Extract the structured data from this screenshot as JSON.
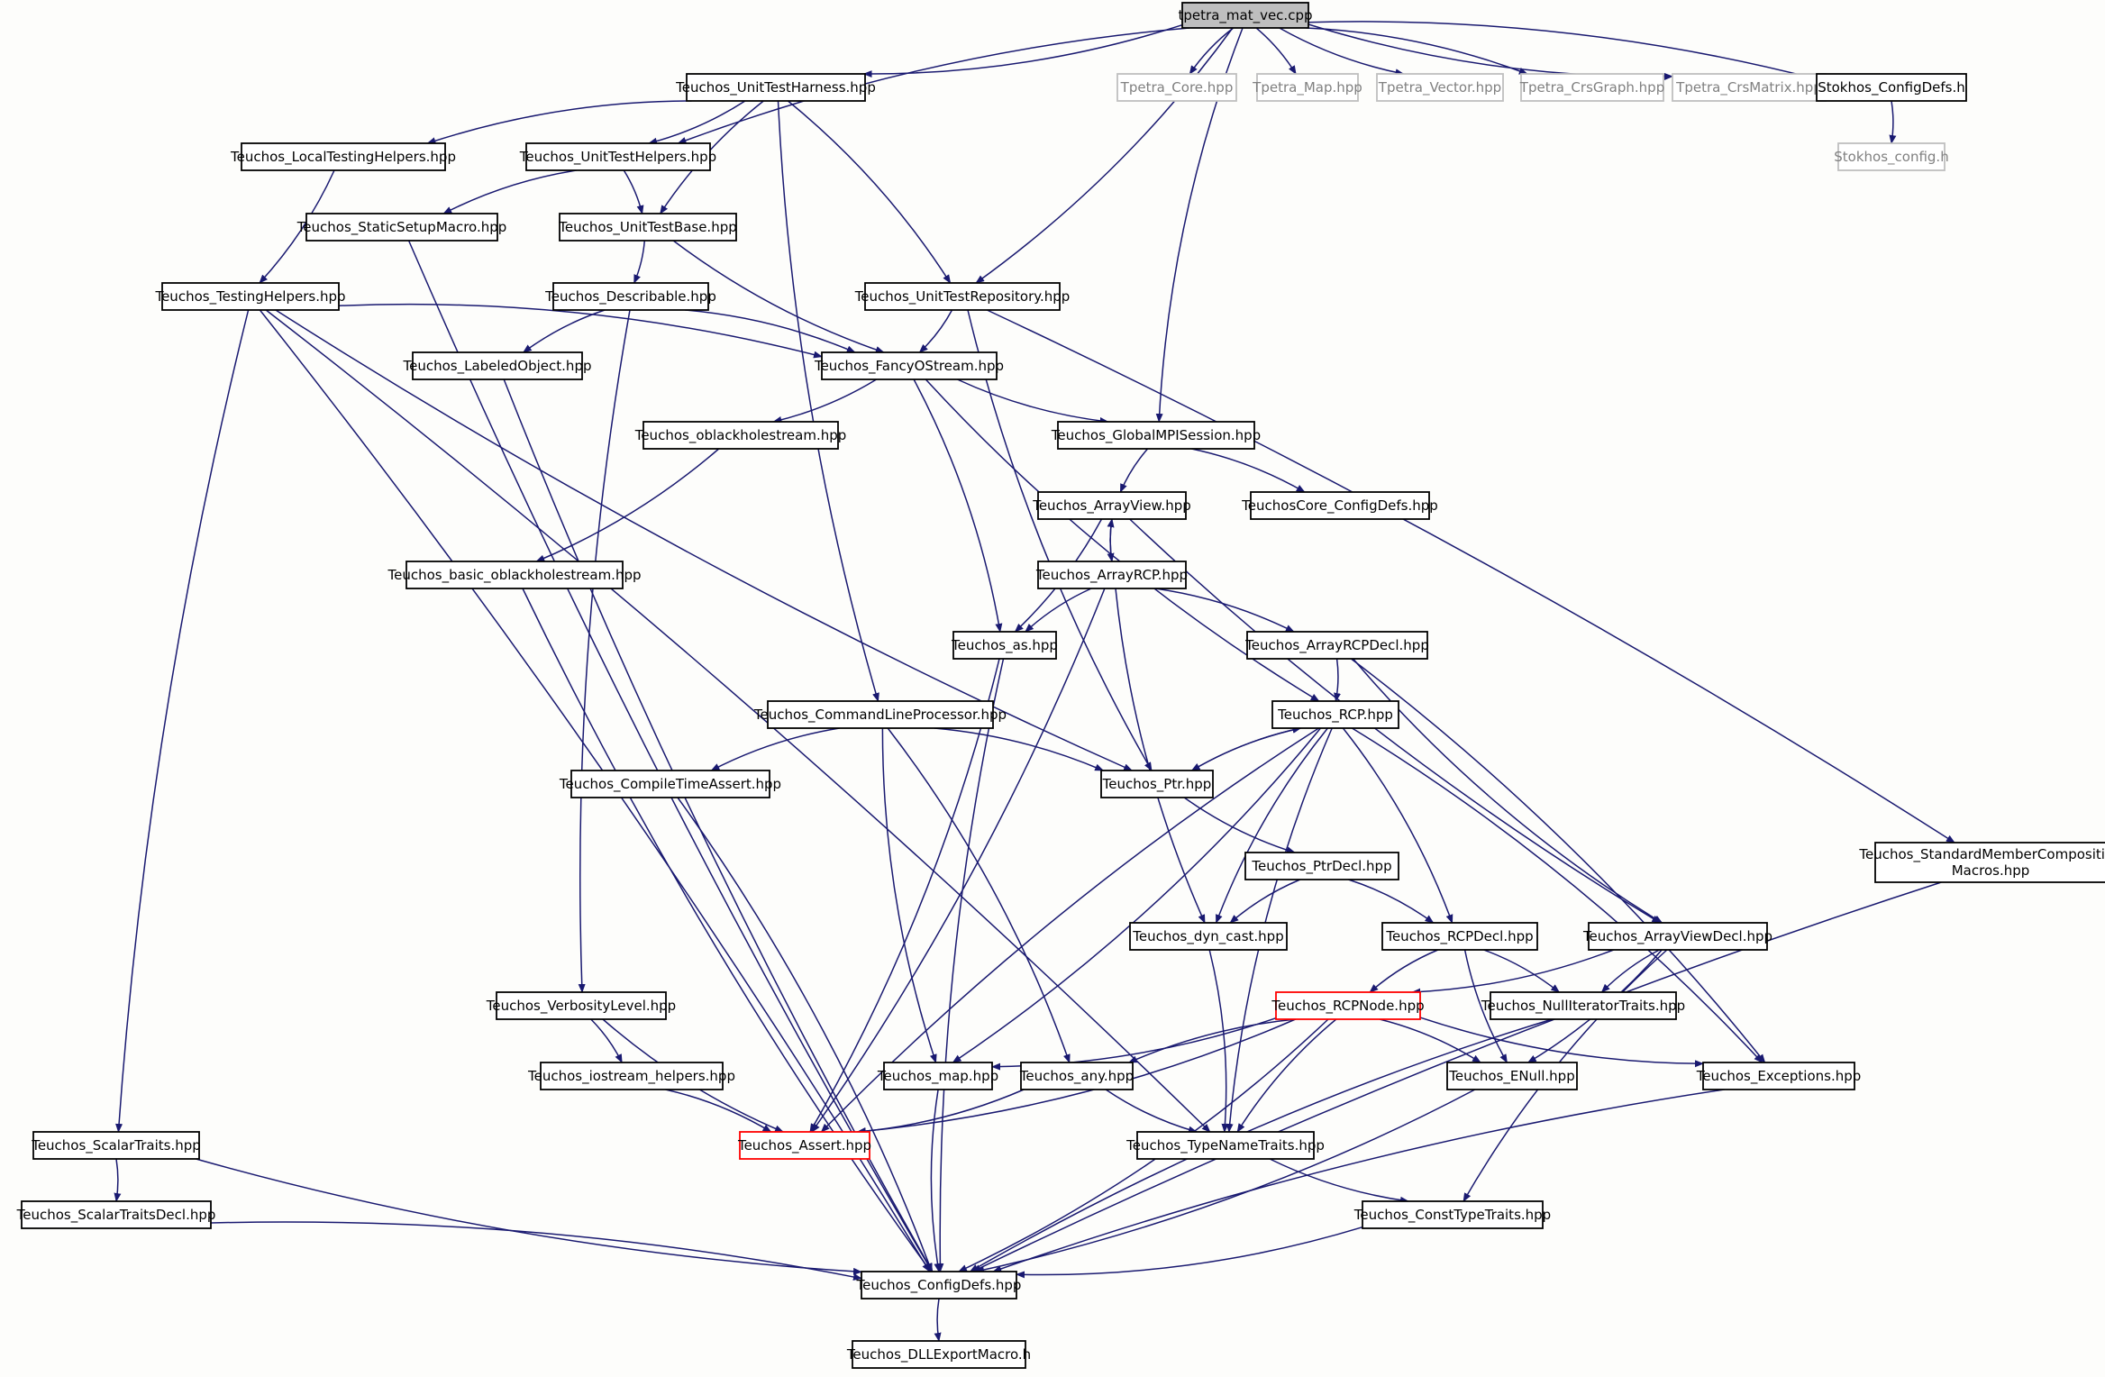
{
  "diagram": {
    "title": "",
    "colors": {
      "edge": "#191970",
      "box_default": "#000000",
      "box_missing": "#bfbfbf",
      "box_truncated": "#ff0000",
      "root_fill": "#bfbfbf",
      "text_default": "#000000",
      "text_missing": "#808080"
    },
    "nodes": [
      {
        "id": "root",
        "label": "tpetra_mat_vec.cpp",
        "style": "root"
      },
      {
        "id": "harness",
        "label": "Teuchos_UnitTestHarness.hpp"
      },
      {
        "id": "tcore",
        "label": "Tpetra_Core.hpp",
        "style": "missing"
      },
      {
        "id": "tmap",
        "label": "Tpetra_Map.hpp",
        "style": "missing"
      },
      {
        "id": "tvec",
        "label": "Tpetra_Vector.hpp",
        "style": "missing"
      },
      {
        "id": "tgraph",
        "label": "Tpetra_CrsGraph.hpp",
        "style": "missing"
      },
      {
        "id": "tmatrix",
        "label": "Tpetra_CrsMatrix.hpp",
        "style": "missing"
      },
      {
        "id": "stokdefs",
        "label": "Stokhos_ConfigDefs.h"
      },
      {
        "id": "stokcfg",
        "label": "Stokhos_config.h",
        "style": "missing"
      },
      {
        "id": "localtest",
        "label": "Teuchos_LocalTestingHelpers.hpp"
      },
      {
        "id": "uthelpers",
        "label": "Teuchos_UnitTestHelpers.hpp"
      },
      {
        "id": "staticsetup",
        "label": "Teuchos_StaticSetupMacro.hpp"
      },
      {
        "id": "utbase",
        "label": "Teuchos_UnitTestBase.hpp"
      },
      {
        "id": "testhelpers",
        "label": "Teuchos_TestingHelpers.hpp"
      },
      {
        "id": "describable",
        "label": "Teuchos_Describable.hpp"
      },
      {
        "id": "utrepo",
        "label": "Teuchos_UnitTestRepository.hpp"
      },
      {
        "id": "labeled",
        "label": "Teuchos_LabeledObject.hpp"
      },
      {
        "id": "fancy",
        "label": "Teuchos_FancyOStream.hpp"
      },
      {
        "id": "oblack",
        "label": "Teuchos_oblackholestream.hpp"
      },
      {
        "id": "globalmpi",
        "label": "Teuchos_GlobalMPISession.hpp"
      },
      {
        "id": "arrayview",
        "label": "Teuchos_ArrayView.hpp"
      },
      {
        "id": "corecfg",
        "label": "TeuchosCore_ConfigDefs.hpp"
      },
      {
        "id": "basicoblack",
        "label": "Teuchos_basic_oblackholestream.hpp"
      },
      {
        "id": "arrayrcp",
        "label": "Teuchos_ArrayRCP.hpp"
      },
      {
        "id": "as",
        "label": "Teuchos_as.hpp"
      },
      {
        "id": "arrayrcpdecl",
        "label": "Teuchos_ArrayRCPDecl.hpp"
      },
      {
        "id": "cmdline",
        "label": "Teuchos_CommandLineProcessor.hpp"
      },
      {
        "id": "rcp",
        "label": "Teuchos_RCP.hpp"
      },
      {
        "id": "compiletime",
        "label": "Teuchos_CompileTimeAssert.hpp"
      },
      {
        "id": "ptr",
        "label": "Teuchos_Ptr.hpp"
      },
      {
        "id": "ptrdecl",
        "label": "Teuchos_PtrDecl.hpp"
      },
      {
        "id": "stdmember",
        "label": "Teuchos_StandardMemberComposition",
        "label2": "Macros.hpp"
      },
      {
        "id": "dyncast",
        "label": "Teuchos_dyn_cast.hpp"
      },
      {
        "id": "rcpdecl",
        "label": "Teuchos_RCPDecl.hpp"
      },
      {
        "id": "arrayviewdecl",
        "label": "Teuchos_ArrayViewDecl.hpp"
      },
      {
        "id": "verbosity",
        "label": "Teuchos_VerbosityLevel.hpp"
      },
      {
        "id": "rcpnode",
        "label": "Teuchos_RCPNode.hpp",
        "style": "truncated"
      },
      {
        "id": "nulliter",
        "label": "Teuchos_NullIteratorTraits.hpp"
      },
      {
        "id": "iostream",
        "label": "Teuchos_iostream_helpers.hpp"
      },
      {
        "id": "map",
        "label": "Teuchos_map.hpp"
      },
      {
        "id": "any",
        "label": "Teuchos_any.hpp"
      },
      {
        "id": "enull",
        "label": "Teuchos_ENull.hpp"
      },
      {
        "id": "exceptions",
        "label": "Teuchos_Exceptions.hpp"
      },
      {
        "id": "scalartraits",
        "label": "Teuchos_ScalarTraits.hpp"
      },
      {
        "id": "assert",
        "label": "Teuchos_Assert.hpp",
        "style": "truncated"
      },
      {
        "id": "typename",
        "label": "Teuchos_TypeNameTraits.hpp"
      },
      {
        "id": "scalardecl",
        "label": "Teuchos_ScalarTraitsDecl.hpp"
      },
      {
        "id": "consttype",
        "label": "Teuchos_ConstTypeTraits.hpp"
      },
      {
        "id": "configdefs",
        "label": "Teuchos_ConfigDefs.hpp"
      },
      {
        "id": "dllexport",
        "label": "Teuchos_DLLExportMacro.h"
      }
    ],
    "edges": [
      [
        "root",
        "harness"
      ],
      [
        "root",
        "tcore"
      ],
      [
        "root",
        "tmap"
      ],
      [
        "root",
        "tvec"
      ],
      [
        "root",
        "tgraph"
      ],
      [
        "root",
        "tmatrix"
      ],
      [
        "root",
        "stokdefs"
      ],
      [
        "root",
        "uthelpers"
      ],
      [
        "root",
        "utrepo"
      ],
      [
        "root",
        "globalmpi"
      ],
      [
        "stokdefs",
        "stokcfg"
      ],
      [
        "harness",
        "localtest"
      ],
      [
        "harness",
        "uthelpers"
      ],
      [
        "harness",
        "utbase"
      ],
      [
        "harness",
        "utrepo"
      ],
      [
        "harness",
        "cmdline"
      ],
      [
        "localtest",
        "testhelpers"
      ],
      [
        "uthelpers",
        "staticsetup"
      ],
      [
        "uthelpers",
        "utbase"
      ],
      [
        "staticsetup",
        "configdefs"
      ],
      [
        "utbase",
        "describable"
      ],
      [
        "utbase",
        "fancy"
      ],
      [
        "testhelpers",
        "fancy"
      ],
      [
        "testhelpers",
        "scalartraits"
      ],
      [
        "testhelpers",
        "configdefs"
      ],
      [
        "testhelpers",
        "ptr"
      ],
      [
        "testhelpers",
        "typename"
      ],
      [
        "describable",
        "labeled"
      ],
      [
        "describable",
        "fancy"
      ],
      [
        "describable",
        "verbosity"
      ],
      [
        "utrepo",
        "fancy"
      ],
      [
        "utrepo",
        "ptr"
      ],
      [
        "utrepo",
        "stdmember"
      ],
      [
        "labeled",
        "configdefs"
      ],
      [
        "fancy",
        "oblack"
      ],
      [
        "fancy",
        "globalmpi"
      ],
      [
        "fancy",
        "as"
      ],
      [
        "fancy",
        "rcp"
      ],
      [
        "oblack",
        "basicoblack"
      ],
      [
        "globalmpi",
        "arrayview"
      ],
      [
        "globalmpi",
        "corecfg"
      ],
      [
        "arrayview",
        "arrayrcp"
      ],
      [
        "arrayview",
        "as"
      ],
      [
        "arrayview",
        "arrayviewdecl"
      ],
      [
        "arrayrcp",
        "arrayview"
      ],
      [
        "arrayrcp",
        "as"
      ],
      [
        "arrayrcp",
        "arrayrcpdecl"
      ],
      [
        "arrayrcp",
        "dyncast"
      ],
      [
        "arrayrcp",
        "assert"
      ],
      [
        "basicoblack",
        "configdefs"
      ],
      [
        "as",
        "assert"
      ],
      [
        "as",
        "configdefs"
      ],
      [
        "arrayrcpdecl",
        "rcp"
      ],
      [
        "arrayrcpdecl",
        "arrayviewdecl"
      ],
      [
        "arrayrcpdecl",
        "exceptions"
      ],
      [
        "cmdline",
        "compiletime"
      ],
      [
        "cmdline",
        "ptr"
      ],
      [
        "cmdline",
        "map"
      ],
      [
        "cmdline",
        "any"
      ],
      [
        "rcp",
        "ptr"
      ],
      [
        "rcp",
        "rcpdecl"
      ],
      [
        "rcp",
        "dyncast"
      ],
      [
        "rcp",
        "map"
      ],
      [
        "rcp",
        "typename"
      ],
      [
        "rcp",
        "exceptions"
      ],
      [
        "rcp",
        "assert"
      ],
      [
        "ptr",
        "rcp"
      ],
      [
        "ptr",
        "ptrdecl"
      ],
      [
        "compiletime",
        "configdefs"
      ],
      [
        "ptrdecl",
        "dyncast"
      ],
      [
        "ptrdecl",
        "rcpdecl"
      ],
      [
        "stdmember",
        "configdefs"
      ],
      [
        "dyncast",
        "typename"
      ],
      [
        "rcpdecl",
        "rcpnode"
      ],
      [
        "rcpdecl",
        "nulliter"
      ],
      [
        "rcpdecl",
        "enull"
      ],
      [
        "arrayviewdecl",
        "rcpnode"
      ],
      [
        "arrayviewdecl",
        "nulliter"
      ],
      [
        "arrayviewdecl",
        "enull"
      ],
      [
        "arrayviewdecl",
        "consttype"
      ],
      [
        "verbosity",
        "iostream"
      ],
      [
        "verbosity",
        "assert"
      ],
      [
        "rcpnode",
        "map"
      ],
      [
        "rcpnode",
        "any"
      ],
      [
        "rcpnode",
        "assert"
      ],
      [
        "rcpnode",
        "typename"
      ],
      [
        "rcpnode",
        "enull"
      ],
      [
        "rcpnode",
        "exceptions"
      ],
      [
        "rcpnode",
        "configdefs"
      ],
      [
        "nulliter",
        "configdefs"
      ],
      [
        "iostream",
        "assert"
      ],
      [
        "map",
        "configdefs"
      ],
      [
        "any",
        "assert"
      ],
      [
        "any",
        "typename"
      ],
      [
        "enull",
        "configdefs"
      ],
      [
        "exceptions",
        "configdefs"
      ],
      [
        "scalartraits",
        "scalardecl"
      ],
      [
        "scalartraits",
        "configdefs"
      ],
      [
        "scalardecl",
        "configdefs"
      ],
      [
        "typename",
        "consttype"
      ],
      [
        "consttype",
        "configdefs"
      ],
      [
        "configdefs",
        "dllexport"
      ]
    ]
  }
}
